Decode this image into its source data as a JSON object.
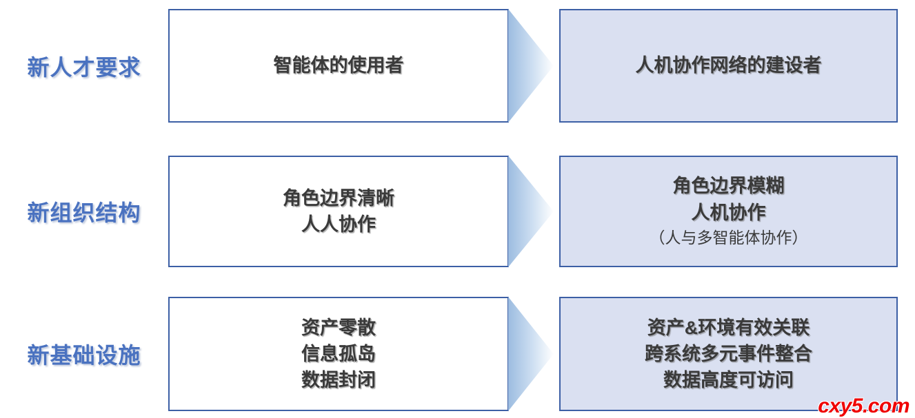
{
  "diagram": {
    "type": "before-after-comparison",
    "colors": {
      "label_blue": "#4a72c0",
      "box_border": "#3c5fa5",
      "right_box_fill": "#dae0f1",
      "arrow_gradient_start": "#9cbce0",
      "arrow_gradient_end": "#ffffff",
      "body_text": "#3a3a3a",
      "watermark_red": "#ef0000"
    },
    "rows": [
      {
        "label": "新人才要求",
        "left": {
          "lines": [
            "智能体的使用者"
          ]
        },
        "right": {
          "lines": [
            "人机协作网络的建设者"
          ]
        }
      },
      {
        "label": "新组织结构",
        "left": {
          "lines": [
            "角色边界清晰",
            "人人协作"
          ]
        },
        "right": {
          "lines": [
            "角色边界模糊",
            "人机协作"
          ],
          "note": "（人与多智能体协作）"
        }
      },
      {
        "label": "新基础设施",
        "left": {
          "lines": [
            "资产零散",
            "信息孤岛",
            "数据封闭"
          ]
        },
        "right": {
          "lines": [
            "资产&环境有效关联",
            "跨系统多元事件整合",
            "数据高度可访问"
          ]
        }
      }
    ]
  },
  "watermark": {
    "text": "cxy5.com"
  }
}
